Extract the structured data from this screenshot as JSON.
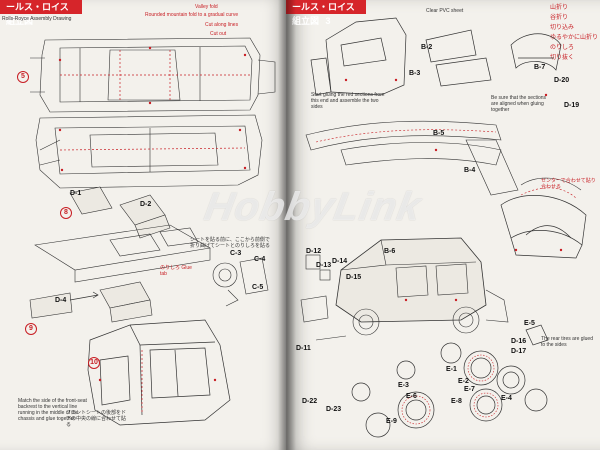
{
  "left_page": {
    "header": "ールス・ロイス組立図",
    "subtitle": "Rolls-Royce Assembly Drawing",
    "callouts": [
      "Valley fold",
      "Rounded mountain fold to a gradual curve",
      "Cut along lines",
      "Cut out"
    ],
    "step_numbers": [
      "5",
      "8",
      "9",
      "10"
    ],
    "part_labels": [
      "D-1",
      "D-2",
      "C-4",
      "C-5",
      "C-3",
      "D-4"
    ],
    "notes": [
      "シートを貼る前に、ここから前側で折り曲げてシートとのりしろを貼る",
      "Match the side of the front-seat backrest to the vertical line running in the middle of the chassis and glue together",
      "フロントシートの後部をドアの中央の線に合わせて貼る",
      "のりしろ Glue tab"
    ]
  },
  "right_page": {
    "header": "ールス・ロイス組立図",
    "page_number": "3",
    "legend": [
      "山折り",
      "谷折り",
      "切り込み",
      "ゆるやかに山折り",
      "のりしろ",
      "切り抜く"
    ],
    "part_labels": [
      "B-2",
      "B-3",
      "B-7",
      "D-20",
      "D-19",
      "B-4",
      "B-5",
      "B-6",
      "D-12",
      "D-13",
      "D-14",
      "D-15",
      "D-16",
      "D-17",
      "D-11",
      "D-22",
      "D-23",
      "E-1",
      "E-2",
      "E-3",
      "E-4",
      "E-5",
      "E-6",
      "E-7",
      "E-8",
      "E-9"
    ],
    "notes": [
      "Clear PVC sheet",
      "Be sure that the sections are aligned when gluing together",
      "Start gluing the red sections from this end and assemble the two sides",
      "センターで合わせて貼り合わせる",
      "The rear tires are glued to the sides"
    ]
  },
  "watermark": "HobbyLink"
}
